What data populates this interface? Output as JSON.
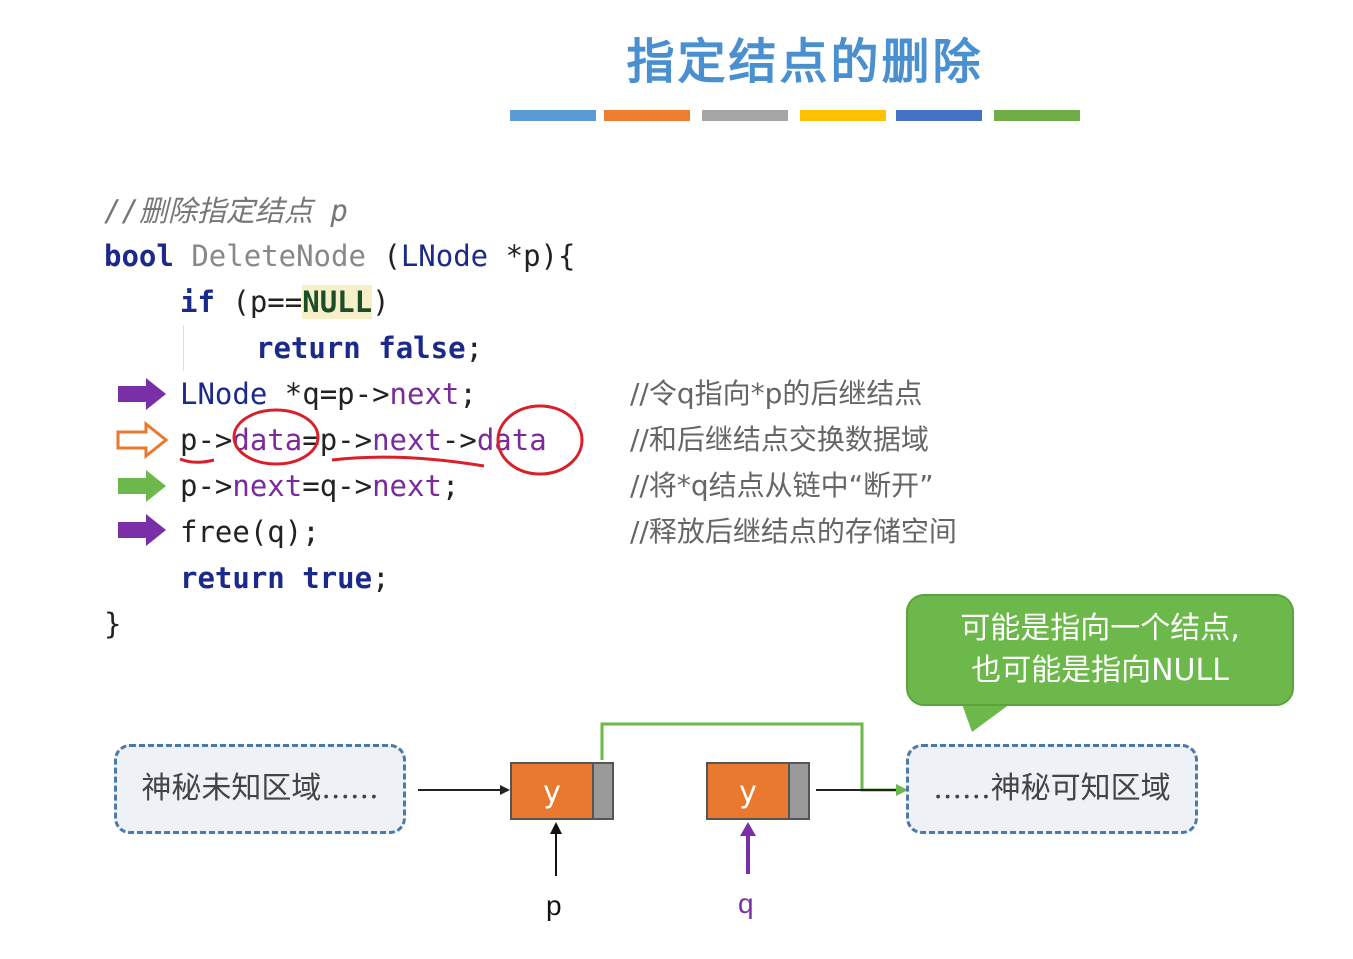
{
  "title": "指定结点的删除",
  "title_bar_colors": [
    "#5b9bd5",
    "#ed7d31",
    "#a5a5a5",
    "#ffc000",
    "#4472c4",
    "#70ad47"
  ],
  "code": {
    "comment_header": "//删除指定结点 p",
    "line1": {
      "kw": "bool",
      "fn": "DeleteNode",
      "rest_open": " (",
      "type": "LNode",
      "rest": " *p){"
    },
    "line2": {
      "kw": "if",
      "rest_a": " (p==",
      "null": "NULL",
      "rest_b": ")"
    },
    "line3": {
      "kw": "return",
      "kw2": "false",
      "rest": ";"
    },
    "line4": {
      "type": "LNode",
      "rest_a": " *q=p->",
      "mem": "next",
      "rest_b": ";"
    },
    "line5": {
      "a": "p->",
      "m1": "data",
      "b": "=p->",
      "m2": "next",
      "c": "->",
      "m3": "data"
    },
    "line6": {
      "a": "p->",
      "m1": "next",
      "b": "=q->",
      "m2": "next",
      "c": ";"
    },
    "line7": {
      "text": "free(q);"
    },
    "line8": {
      "kw": "return",
      "kw2": "true",
      "rest": ";"
    },
    "line9": {
      "text": "}"
    }
  },
  "comments": [
    "//令q指向*p的后继结点",
    "//和后继结点交换数据域",
    "//将*q结点从链中“断开”",
    "//释放后继结点的存储空间"
  ],
  "arrow_colors": [
    "#7a2fa8",
    "#e8792e",
    "#6cb84a",
    "#7a2fa8"
  ],
  "bubble": {
    "line1": "可能是指向一个结点,",
    "line2": "也可能是指向NULL"
  },
  "diagram": {
    "left_region": "神秘未知区域......",
    "right_region": "......神秘可知区域",
    "node_p_value": "y",
    "node_q_value": "y",
    "p_label": "p",
    "q_label": "q"
  }
}
